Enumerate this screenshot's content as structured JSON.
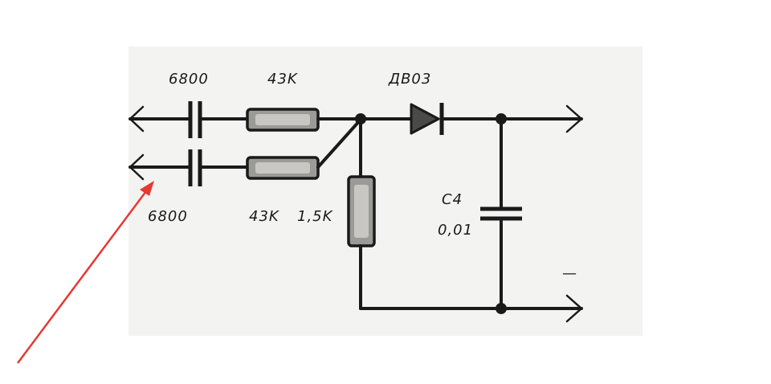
{
  "labels": {
    "cap_top": "6800",
    "cap_bottom": "6800",
    "res_top": "43K",
    "res_bottom": "43K",
    "res_vertical": "1,5K",
    "diode": "ДВ03",
    "cap_output_name": "C4",
    "cap_output_value": "0,01",
    "minus_sign": "—"
  },
  "colors": {
    "annotation_arrow": "#e53935",
    "ink": "#1a1a1a",
    "paper": "#f3f3f1"
  }
}
